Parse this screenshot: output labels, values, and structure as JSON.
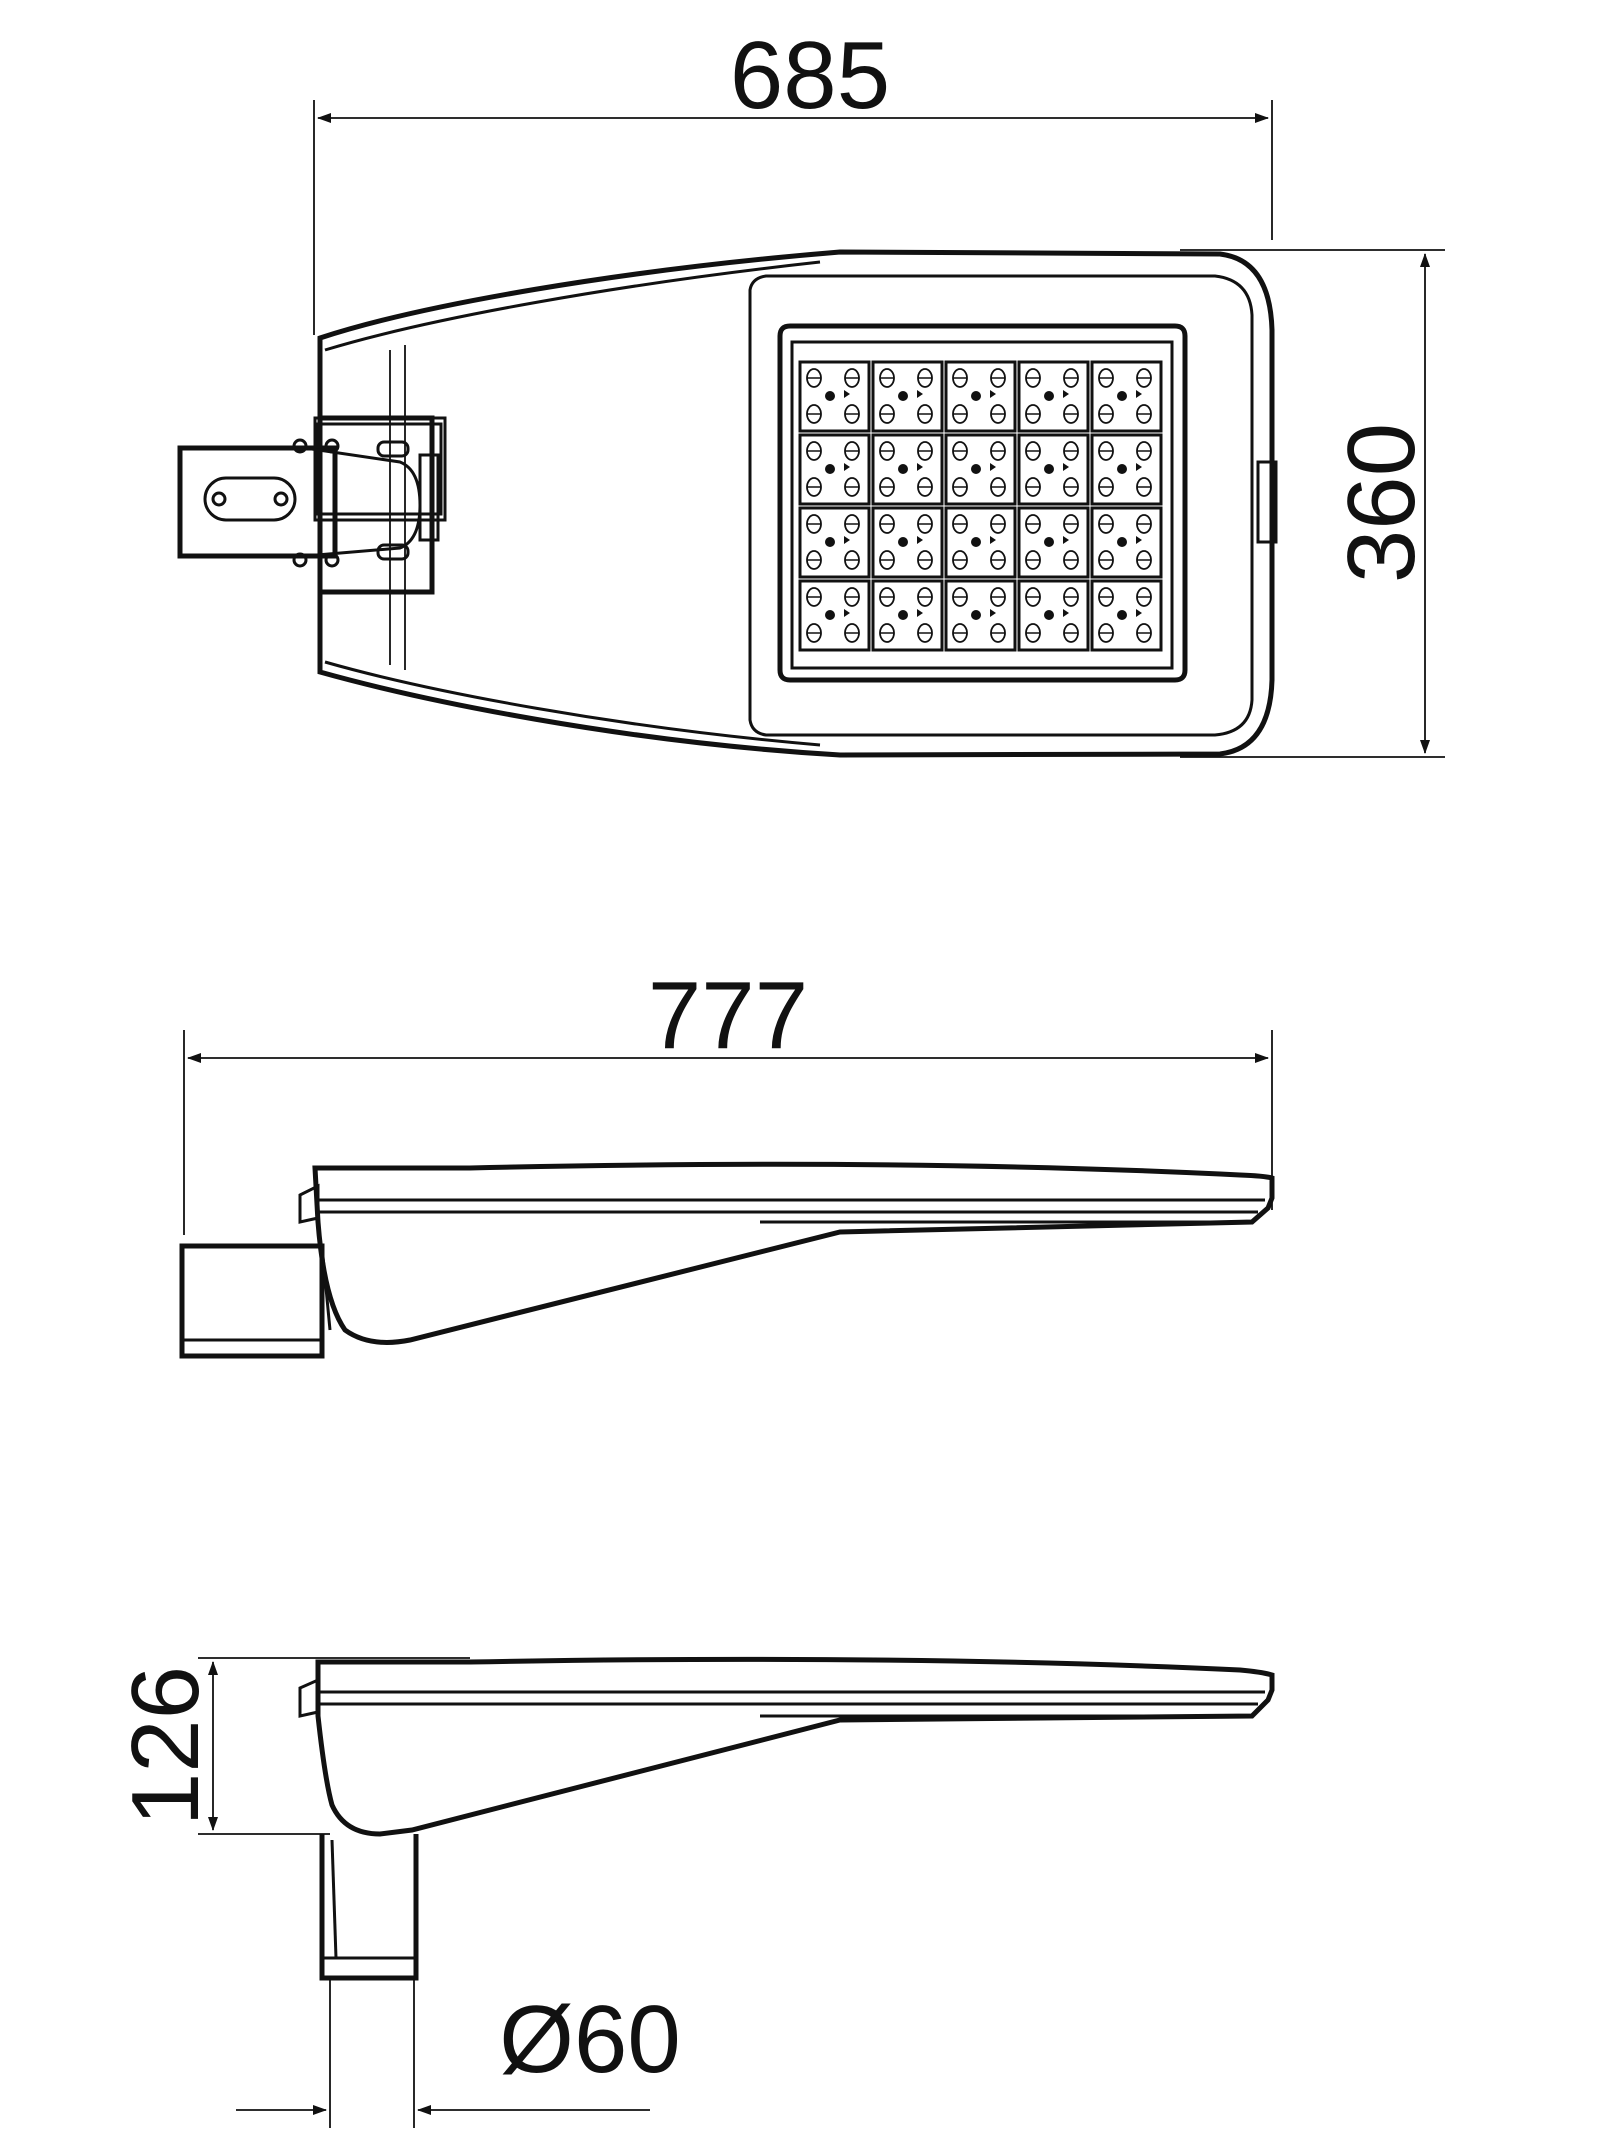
{
  "dimensions": {
    "top_width": "685",
    "top_height": "360",
    "side_length": "777",
    "profile_height": "126",
    "tube_diameter": "Ø60"
  },
  "led_grid": {
    "rows": 4,
    "cols": 5
  }
}
